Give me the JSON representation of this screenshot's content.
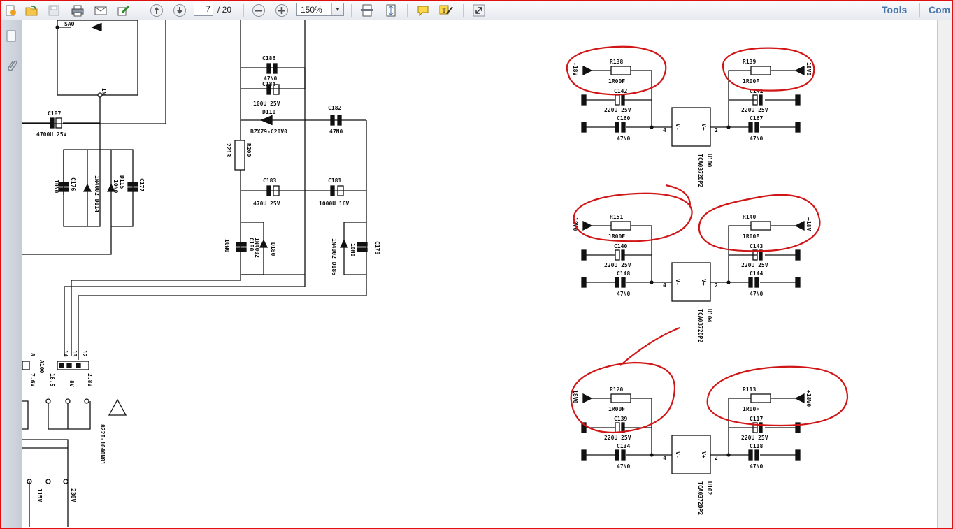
{
  "toolbar": {
    "page_current": "7",
    "page_total": "/ 20",
    "zoom": "150%",
    "tools_label": "Tools",
    "comment_label": "Com"
  },
  "schematic_labels": {
    "sao": "SAO",
    "in": "IN",
    "c187": "C187",
    "c187_val": "4700U 25V",
    "c176": "C176",
    "c176_val": "10N0",
    "d114": "1N4002 D114",
    "d115": "D115",
    "c177": "C177",
    "c177_val": "10N0",
    "c186": "C186",
    "c186_val": "47N0",
    "c184": "C184",
    "c184_val": "100U 25V",
    "d110": "D110",
    "d110_val": "BZX79-C20V0",
    "r200": "R200",
    "r200_val": "221R",
    "c183": "C183",
    "c183_val": "470U 25V",
    "c180": "C180",
    "c180_val": "10N0",
    "d180": "1N4002",
    "d180_ref": "D180",
    "c182": "C182",
    "c182_val": "47N0",
    "c181": "C181",
    "c181_val": "1000U 16V",
    "c178": "C178",
    "c178_val": "10N0",
    "d186": "1N4002 D186",
    "conn": "A100",
    "conn_pins": [
      "8",
      "14",
      "13",
      "12"
    ],
    "conn_volts": [
      "7.6V",
      "16.5",
      "8V",
      "2.8V"
    ],
    "warning_code": "822T-1040N01",
    "v115": "115V",
    "v230": "230V",
    "u100_r_left": "R138",
    "u100_r_left_val": "1R00F",
    "u100_r_right": "R139",
    "u100_r_right_val": "1R00F",
    "u100_c_left": "C142",
    "u100_c_left_val": "220U 25V",
    "u100_c_right": "C141",
    "u100_c_right_val": "220U 25V",
    "u100_c_bl": "C160",
    "u100_c_bl_val": "47N0",
    "u100_c_br": "C167",
    "u100_c_br_val": "47N0",
    "u100_in": "-18V",
    "u100_out": "18V0",
    "u100_name": "U100",
    "u100_part": "TCA0372DP2",
    "u104_r_left": "R151",
    "u104_r_left_val": "1R00F",
    "u104_r_right": "R140",
    "u104_r_right_val": "1R00F",
    "u104_c_left": "C140",
    "u104_c_left_val": "220U 25V",
    "u104_c_right": "C143",
    "u104_c_right_val": "220U 25V",
    "u104_c_bl": "C148",
    "u104_c_bl_val": "47N0",
    "u104_c_br": "C144",
    "u104_c_br_val": "47N0",
    "u104_in": "18V0",
    "u104_out": "+18V",
    "u104_name": "U104",
    "u104_part": "TCA0372DP2",
    "u102_r_left": "R120",
    "u102_r_left_val": "1R00F",
    "u102_r_right": "R113",
    "u102_r_right_val": "1R00F",
    "u102_c_left": "C139",
    "u102_c_left_val": "220U 25V",
    "u102_c_right": "C117",
    "u102_c_right_val": "220U 25V",
    "u102_c_bl": "C134",
    "u102_c_bl_val": "47N0",
    "u102_c_br": "C118",
    "u102_c_br_val": "47N0",
    "u102_in": "18V0",
    "u102_out": "+18V0",
    "u102_name": "U102",
    "u102_part": "TCA0372DP2",
    "pin_v_minus": "V-",
    "pin_v_plus": "V+",
    "pin_4": "4",
    "pin_2": "2"
  },
  "colors": {
    "annotation": "#d01616",
    "ink": "#111111",
    "frame": "#e01010",
    "toolbar_link": "#4a76aa"
  }
}
